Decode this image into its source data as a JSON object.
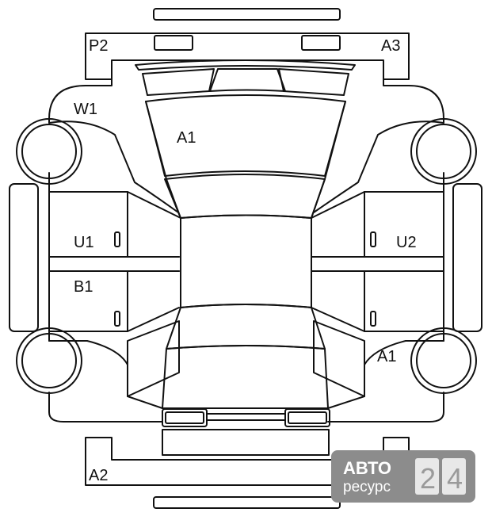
{
  "diagram": {
    "labels": {
      "p2": "P2",
      "a3": "A3",
      "w1": "W1",
      "hood": "A1",
      "u1": "U1",
      "u2": "U2",
      "b1": "B1",
      "right_rear": "A1",
      "a2": "A2",
      "rear_partial": "A1"
    }
  },
  "watermark": {
    "line1": "АВТО",
    "line2": "ресурс",
    "digit1": "2",
    "digit2": "4",
    "colors": {
      "box": "#8c8c8c",
      "text": "#ffffff",
      "digits_bg": "#e8e8e8",
      "digits_fg": "#9a9a9a"
    }
  }
}
